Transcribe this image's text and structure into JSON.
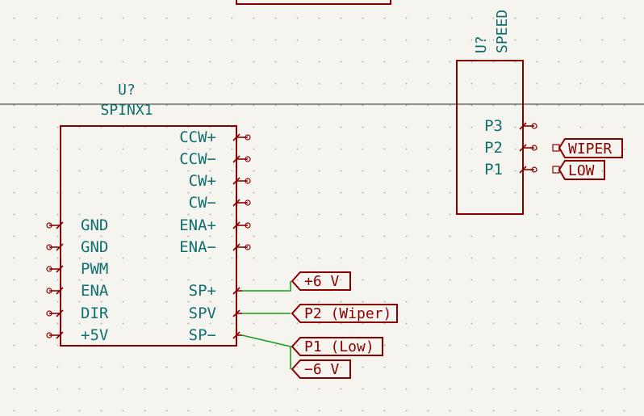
{
  "components": {
    "spinx": {
      "ref": "U?",
      "value": "SPINX1",
      "right_pins": [
        "CCW+",
        "CCW−",
        "CW+",
        "CW−",
        "ENA+",
        "ENA−",
        "SP+",
        "SPV",
        "SP−"
      ],
      "left_pins": [
        "GND",
        "GND",
        "PWM",
        "ENA",
        "DIR",
        "+5V"
      ]
    },
    "speed": {
      "ref": "U?",
      "value": "SPEED",
      "pins": [
        "P3",
        "P2",
        "P1"
      ]
    }
  },
  "net_labels": {
    "wiper": "WIPER",
    "low": "LOW",
    "plus6v": "+6 V",
    "p2_wiper": "P2 (Wiper)",
    "p1_low": "P1 (Low)",
    "minus6v": "−6 V"
  },
  "colors": {
    "background": "#f5f4ef",
    "component": "#8a0000",
    "pin_text": "#0f6e6e",
    "wire": "#1a9c1a"
  }
}
